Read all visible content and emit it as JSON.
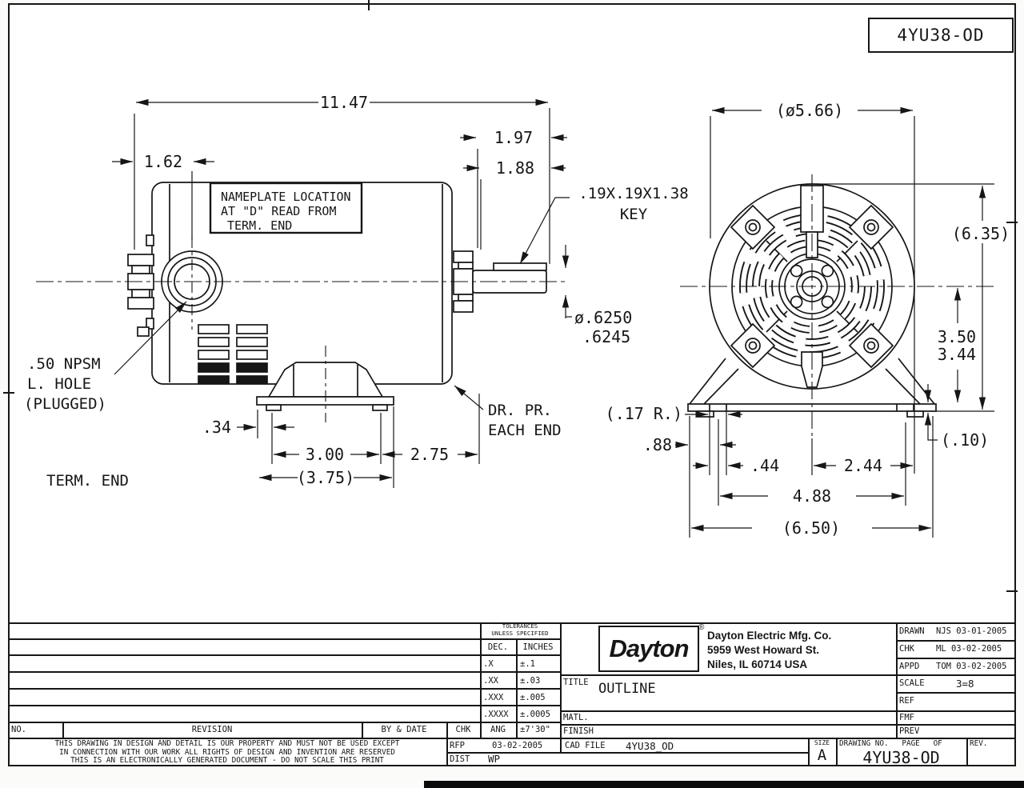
{
  "page": {
    "doc_number_top": "4YU38-OD"
  },
  "side_view": {
    "dim_overall": "11.47",
    "dim_162": "1.62",
    "dim_197": "1.97",
    "dim_188": "1.88",
    "key_note_line1": ".19X.19X1.38",
    "key_note_line2": "KEY",
    "nameplate_line1": "NAMEPLATE LOCATION",
    "nameplate_line2": "AT \"D\" READ FROM",
    "nameplate_line3": "TERM. END",
    "shaft_dia_line1": "ø.6250",
    "shaft_dia_line2": ".6245",
    "npsm_line1": ".50 NPSM",
    "npsm_line2": "L. HOLE",
    "npsm_line3": "(PLUGGED)",
    "dim_34": ".34",
    "dim_300": "3.00",
    "dim_375": "(3.75)",
    "dim_275": "2.75",
    "drain_note_line1": "DR. PR.",
    "drain_note_line2": "EACH END",
    "term_end": "TERM. END"
  },
  "end_view": {
    "dim_dia566": "(ø5.66)",
    "dim_635": "(6.35)",
    "dim_350": "3.50",
    "dim_344": "3.44",
    "dim_010": "(.10)",
    "dim_17r": "(.17 R.)",
    "dim_88": ".88",
    "dim_44": ".44",
    "dim_244": "2.44",
    "dim_488": "4.88",
    "dim_650": "(6.50)"
  },
  "title_block": {
    "tolerances": {
      "header_line1": "TOLERANCES",
      "header_line2": "UNLESS SPECIFIED",
      "col1_header": "DEC.",
      "col2_header": "INCHES",
      "rows": [
        {
          "dec": ".X",
          "inches": "±.1"
        },
        {
          "dec": ".XX",
          "inches": "±.03"
        },
        {
          "dec": ".XXX",
          "inches": "±.005"
        },
        {
          "dec": ".XXXX",
          "inches": "±.0005"
        }
      ],
      "ang_label": "ANG",
      "ang_value": "±7'30\"",
      "chk_label": "CHK"
    },
    "company": {
      "logo": "Dayton",
      "reg_mark": "®",
      "name": "Dayton Electric Mfg. Co.",
      "address1": "5959 West Howard St.",
      "address2": "Niles, IL 60714   USA"
    },
    "title_label": "TITLE",
    "title_value": "OUTLINE",
    "matl_label": "MATL.",
    "finish_label": "FINISH",
    "approval_rows": [
      {
        "label": "DRAWN",
        "value": "NJS 03-01-2005"
      },
      {
        "label": "CHK",
        "value": "ML  03-02-2005"
      },
      {
        "label": "APPD",
        "value": "TOM 03-02-2005"
      }
    ],
    "scale_label": "SCALE",
    "scale_value": "3=8",
    "ref_label": "REF",
    "fmf_label": "FMF",
    "prev_label": "PREV",
    "no_label": "NO.",
    "revision_label": "REVISION",
    "by_date_label": "BY & DATE",
    "rfp_label": "RFP",
    "rfp_value": "03-02-2005",
    "cad_label": "CAD FILE",
    "cad_value": "4YU38_OD",
    "dist_label": "DIST",
    "dist_value": "WP",
    "size_label": "SIZE",
    "size_value": "A",
    "drawing_no_label": "DRAWING NO.",
    "page_label": "PAGE",
    "of_label": "OF",
    "rev_label": "REV.",
    "drawing_no_value": "4YU38-OD",
    "legal_line1": "THIS DRAWING IN DESIGN AND DETAIL IS OUR PROPERTY AND MUST NOT BE USED EXCEPT",
    "legal_line2": "IN CONNECTION WITH OUR WORK ALL RIGHTS OF DESIGN AND INVENTION ARE RESERVED",
    "legal_line3": "THIS IS AN ELECTRONICALLY GENERATED DOCUMENT - DO NOT SCALE THIS PRINT"
  }
}
